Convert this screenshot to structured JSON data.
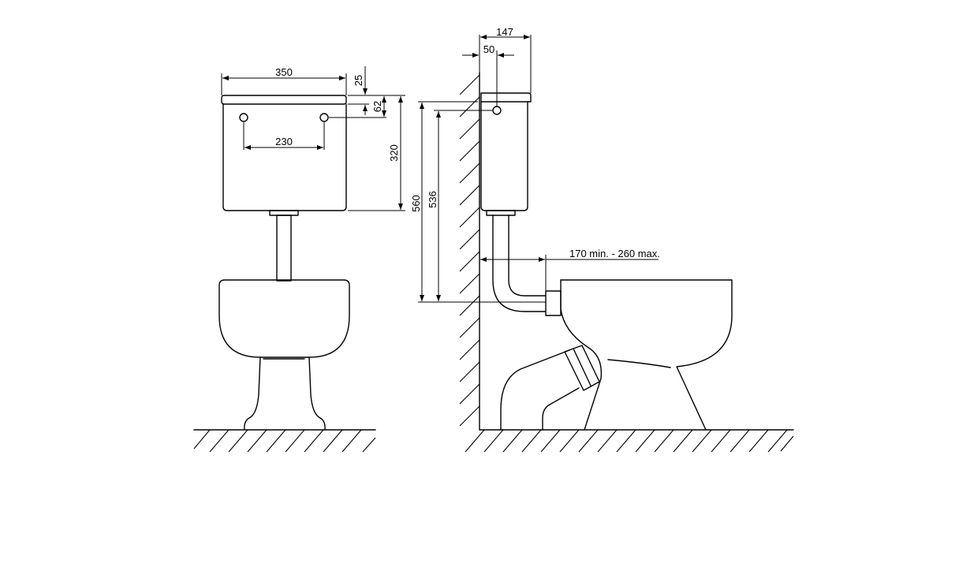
{
  "dimensions": {
    "tank_width": "350",
    "lid_thickness": "25",
    "lid_to_holes": "62",
    "hole_spacing": "230",
    "tank_height": "320",
    "tank_depth": "147",
    "wall_to_hole": "50",
    "height_to_top": "560",
    "height_to_holes": "536",
    "bowl_distance": "170 min. - 260 max."
  }
}
